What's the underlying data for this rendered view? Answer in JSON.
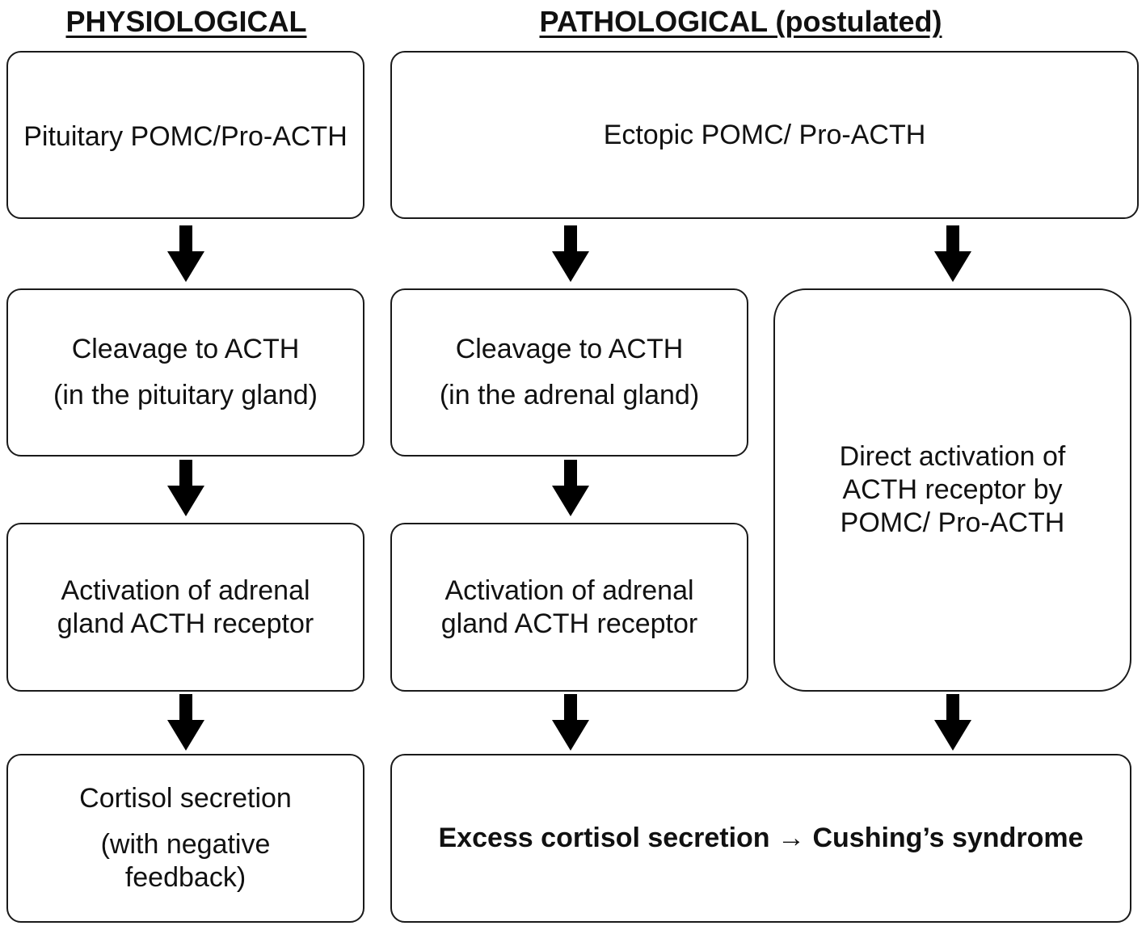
{
  "headings": {
    "physiological": "PHYSIOLOGICAL",
    "pathological": "PATHOLOGICAL (postulated)"
  },
  "physiological": {
    "box1": "Pituitary POMC/Pro-ACTH",
    "box2_line1": "Cleavage to ACTH",
    "box2_line2": "(in the pituitary gland)",
    "box3": "Activation of adrenal gland ACTH receptor",
    "box4_line1": "Cortisol secretion",
    "box4_line2": "(with negative feedback)"
  },
  "pathological": {
    "top": "Ectopic POMC/ Pro-ACTH",
    "cleavage_line1": "Cleavage to ACTH",
    "cleavage_line2": "(in the adrenal gland)",
    "activation": "Activation of adrenal gland ACTH receptor",
    "direct": "Direct activation of ACTH receptor by POMC/ Pro-ACTH",
    "outcome": "Excess cortisol secretion → Cushing’s syndrome"
  },
  "colors": {
    "stroke": "#1a1a1a",
    "arrow": "#000000",
    "background": "#ffffff"
  },
  "icons": {
    "arrow": "down-arrow-icon"
  }
}
